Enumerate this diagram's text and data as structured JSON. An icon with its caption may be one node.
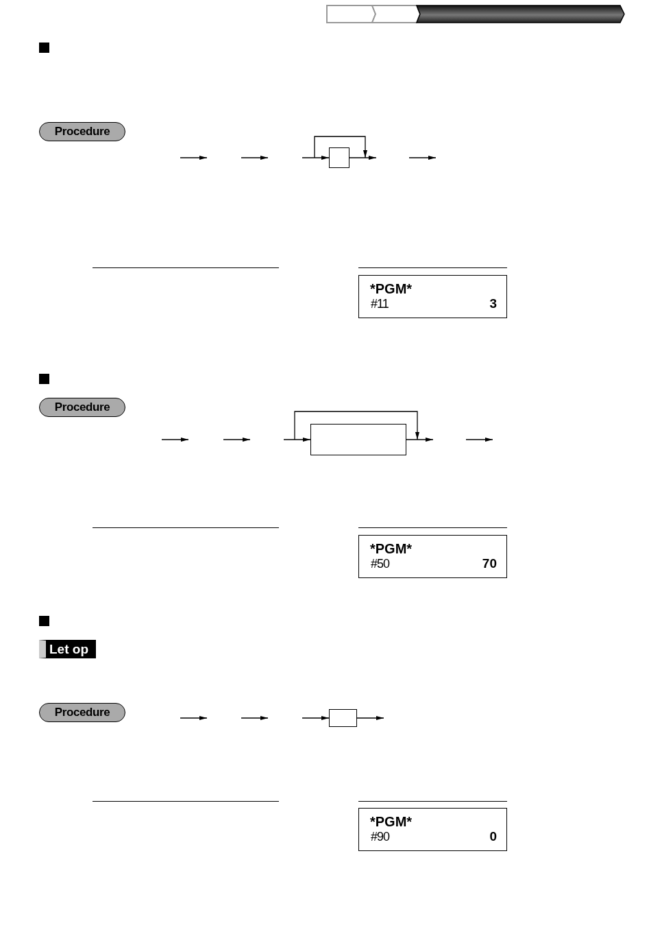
{
  "diagram": {
    "nodes": [
      {
        "text": [
          "Procedure"
        ]
      },
      {
        "text": [],
        "shape": "box"
      },
      {
        "text": [
          "*PGM*",
          "#11",
          "3"
        ]
      },
      {
        "text": [
          "Procedure"
        ]
      },
      {
        "text": [],
        "shape": "box"
      },
      {
        "text": [
          "*PGM*",
          "#50",
          "70"
        ]
      },
      {
        "text": [
          "Let op"
        ]
      },
      {
        "text": [
          "Procedure"
        ]
      },
      {
        "text": [],
        "shape": "box"
      },
      {
        "text": [
          "*PGM*",
          "#90",
          "0"
        ]
      }
    ],
    "edges": [
      {
        "from": null,
        "to": 1,
        "arrow": "to"
      },
      {
        "from": 1,
        "to": null,
        "arrow": "to"
      },
      {
        "from": null,
        "to": 4,
        "arrow": "to"
      },
      {
        "from": 4,
        "to": null,
        "arrow": "to"
      },
      {
        "from": null,
        "to": 8,
        "arrow": "to"
      },
      {
        "from": 8,
        "to": null,
        "arrow": "to"
      }
    ]
  }
}
